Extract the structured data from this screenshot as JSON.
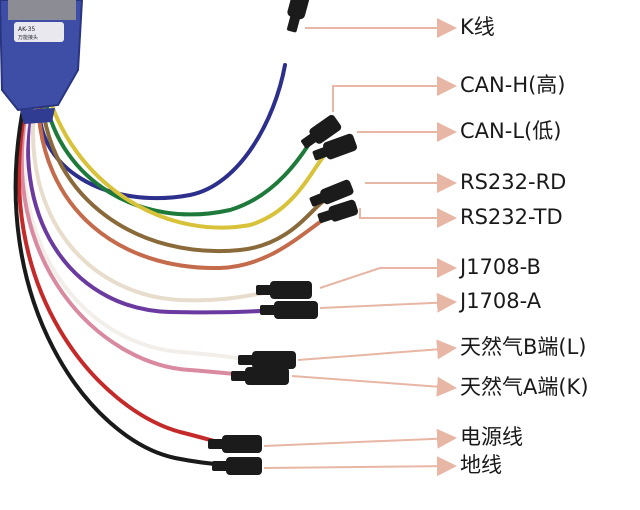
{
  "connector": {
    "model_text": "AK-35",
    "sub_text": "万能接头"
  },
  "labels": [
    "K线",
    "CAN-H(高)",
    "CAN-L(低)",
    "RS232-RD",
    "RS232-TD",
    "J1708-B",
    "J1708-A",
    "天然气B端(L)",
    "天然气A端(K)",
    "电源线",
    "地线"
  ],
  "colors": {
    "arrow": "#e8b6a4",
    "connector_blue": "#3e4ea6",
    "plug_black": "#1b1b1b"
  }
}
